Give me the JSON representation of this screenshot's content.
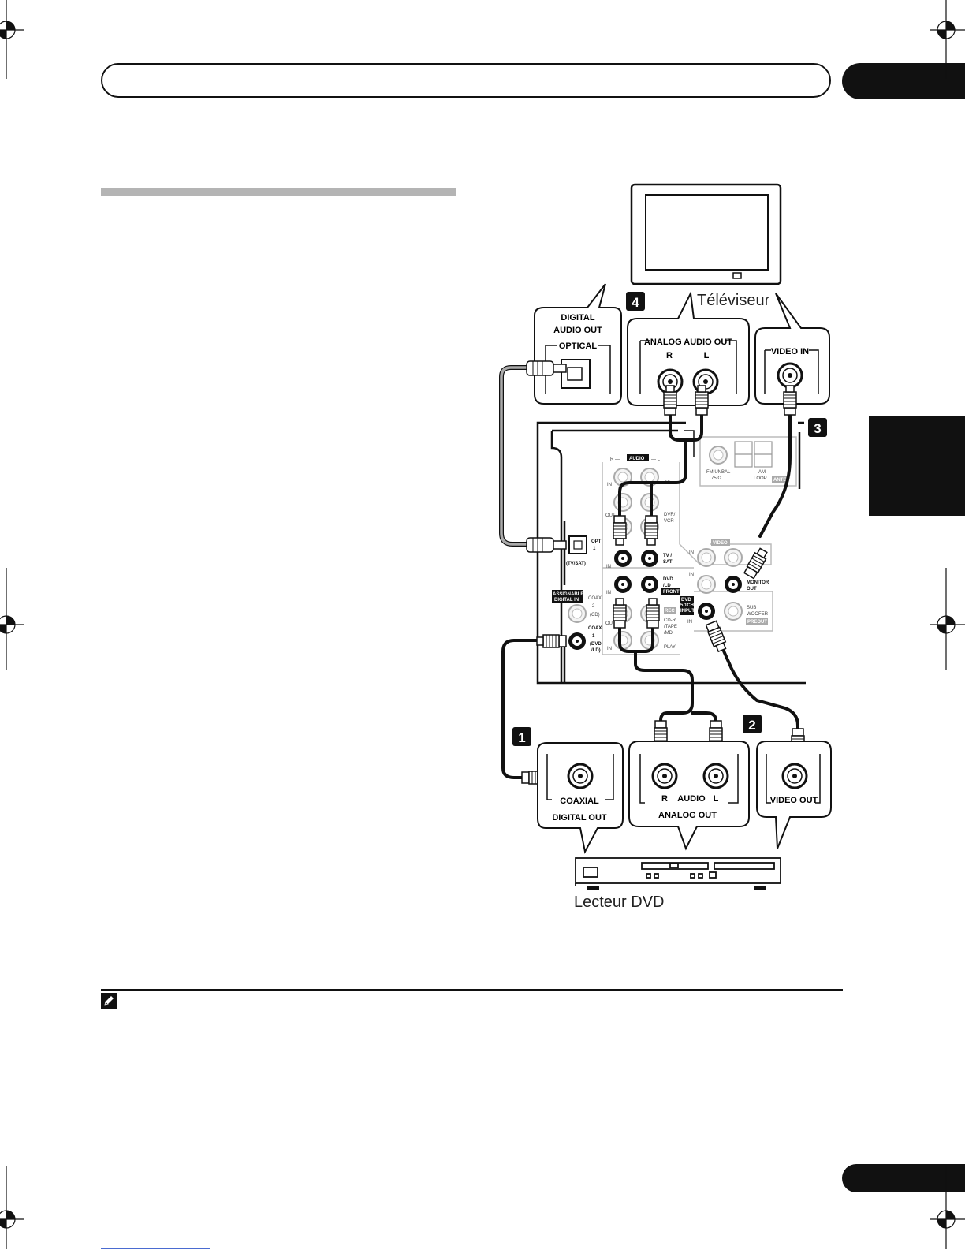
{
  "devices": {
    "tv": "Téléviseur",
    "dvd": "Lecteur DVD"
  },
  "steps": [
    "1",
    "2",
    "3",
    "4"
  ],
  "tv_panel": {
    "digital_audio_out": [
      "DIGITAL",
      "AUDIO OUT"
    ],
    "optical": "OPTICAL",
    "analog_audio_out": "ANALOG AUDIO OUT",
    "r": "R",
    "l": "L",
    "video_in": "VIDEO IN"
  },
  "dvd_panel": {
    "coaxial": "COAXIAL",
    "digital_out": "DIGITAL OUT",
    "r": "R",
    "audio": "AUDIO",
    "l": "L",
    "analog_out": "ANALOG OUT",
    "video_out": "VIDEO OUT"
  },
  "receiver": {
    "audio": "AUDIO",
    "r_dash": "R —",
    "dash_l": "— L",
    "cd": "CD",
    "dvr_vcr": [
      "DVR/",
      "VCR"
    ],
    "tv_sat": [
      "TV /",
      "SAT"
    ],
    "dvd_ld": [
      "DVD",
      "/LD"
    ],
    "front": "FRONT",
    "dvd_51ch_input": [
      "DVD",
      "5.1CH",
      "INPUT"
    ],
    "opt_1": [
      "OPT",
      "1"
    ],
    "tv_sat_paren": "(TV/SAT)",
    "assignable_digital_in": [
      "ASSIGNABLE",
      "DIGITAL IN"
    ],
    "coax_2": [
      "COAX",
      "2",
      "(CD)"
    ],
    "coax_1": [
      "COAX",
      "1",
      "(DVD",
      "/LD)"
    ],
    "video": "VIDEO",
    "monitor_out": [
      "MONITOR",
      "OUT"
    ],
    "fm_unbal": [
      "FM UNBAL",
      "75 Ω"
    ],
    "am_loop": [
      "AM",
      "LOOP"
    ],
    "ante": "ANTE",
    "sub_woofer": [
      "SUB",
      "WOOFER"
    ],
    "preout": "PREOUT",
    "rec": "REC",
    "cd_r_tape_md": [
      "CD-R",
      "/TAPE",
      "/MD"
    ],
    "play": "PLAY",
    "in": "IN",
    "out": "OUT"
  }
}
